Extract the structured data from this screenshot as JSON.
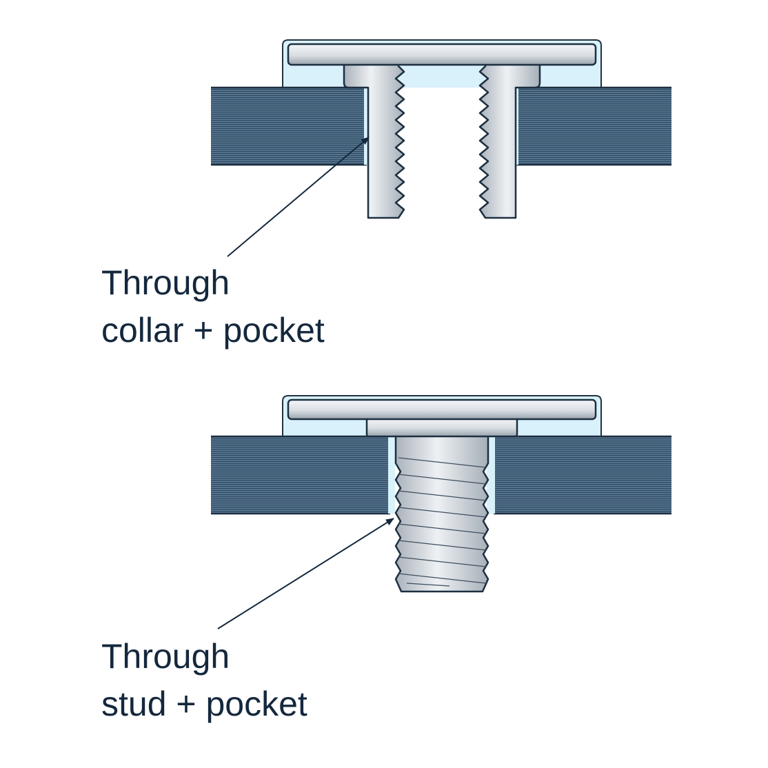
{
  "figures": [
    {
      "name": "collar-pocket",
      "caption": [
        "Through",
        "collar + pocket"
      ]
    },
    {
      "name": "stud-pocket",
      "caption": [
        "Through",
        "stud + pocket"
      ]
    }
  ],
  "colors": {
    "text": "#14283d",
    "outline": "#233240",
    "panel": "#4f6d87",
    "pocket": "#d8f1fb",
    "metal_light": "#e6eaee",
    "metal_dark": "#a2abb5"
  }
}
